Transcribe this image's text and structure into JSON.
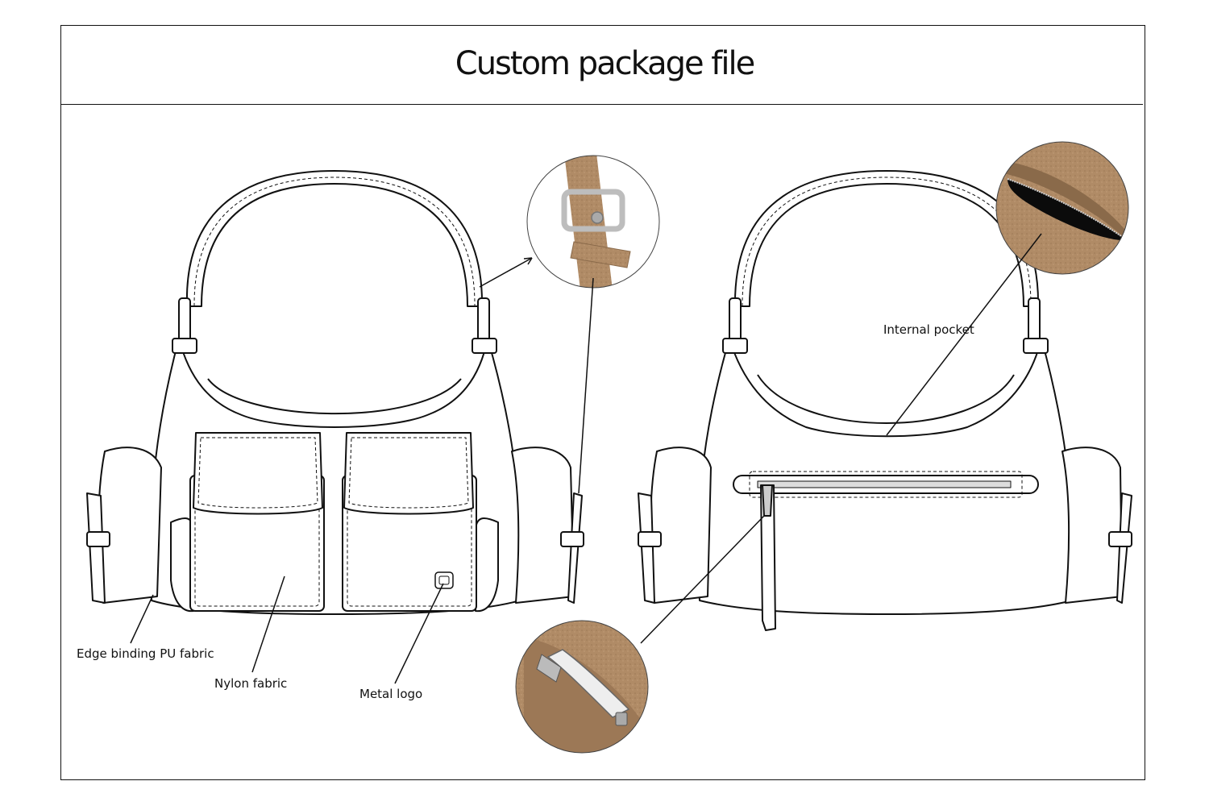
{
  "title": "Custom package file",
  "labels": {
    "edge_binding": "Edge binding PU fabric",
    "nylon": "Nylon fabric",
    "metal_logo": "Metal logo",
    "internal_pocket": "Internal pocket"
  },
  "colors": {
    "line": "#111111",
    "suede": "#b08b66",
    "suede_dark": "#8a6a4a",
    "metal": "#c9c9c9"
  }
}
